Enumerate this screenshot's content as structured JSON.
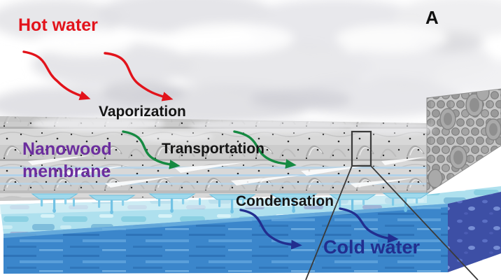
{
  "figure": {
    "panel_label": "A",
    "labels": {
      "hot_water": "Hot water",
      "vaporization": "Vaporization",
      "membrane_line1": "Nanowood",
      "membrane_line2": "membrane",
      "transportation": "Transportation",
      "condensation": "Condensation",
      "cold_water": "Cold water"
    },
    "colors": {
      "hot_water_red": "#e2131b",
      "membrane_purple": "#6b2d9e",
      "cold_water_navy": "#222e8f",
      "transport_green": "#168a42",
      "process_black": "#151515",
      "water_surface_cyan": "#aadcec",
      "water_front_blue": "#3b86cb",
      "water_side_indigo": "#3d4fa5",
      "membrane_gray": "#d6d6d6",
      "cloud_gray": "#e2e2e6"
    },
    "arrows": [
      {
        "name": "hot-water-flow-arrow-1",
        "color_key": "hot_water_red"
      },
      {
        "name": "hot-water-flow-arrow-2",
        "color_key": "hot_water_red"
      },
      {
        "name": "vapor-transport-arrow-1",
        "color_key": "transport_green"
      },
      {
        "name": "vapor-transport-arrow-2",
        "color_key": "transport_green"
      },
      {
        "name": "condensate-flow-arrow-1",
        "color_key": "cold_water_navy"
      },
      {
        "name": "condensate-flow-arrow-2",
        "color_key": "cold_water_navy"
      }
    ]
  }
}
